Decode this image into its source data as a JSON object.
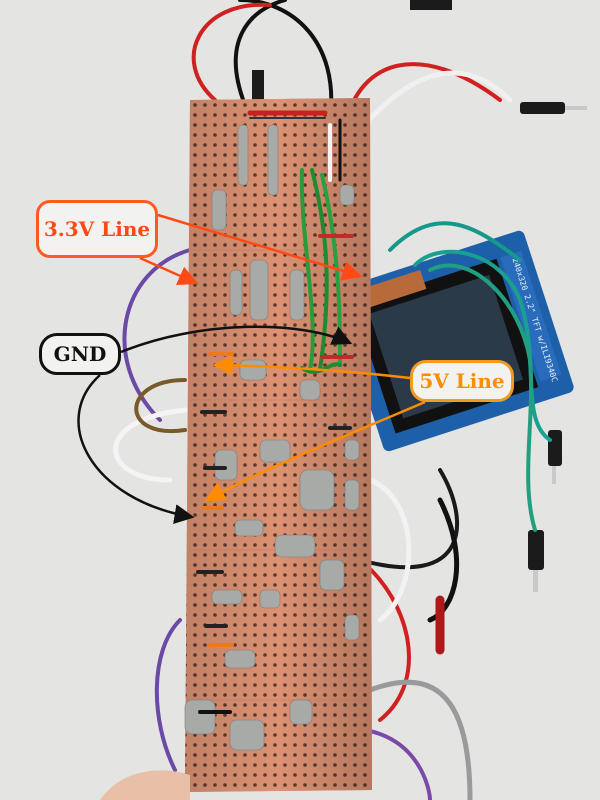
{
  "annotations": {
    "line_33v": {
      "text": "3.3V Line",
      "color": "#ff4a14"
    },
    "gnd": {
      "text": "GND",
      "color": "#111111"
    },
    "line_5v": {
      "text": "5V Line",
      "color": "#ff8c00"
    }
  },
  "display_module": {
    "silkscreen": "240x320 2.2\" TFT w/ILI9340C"
  },
  "board": {
    "type": "copper stripboard",
    "color": "#d98c6a"
  }
}
